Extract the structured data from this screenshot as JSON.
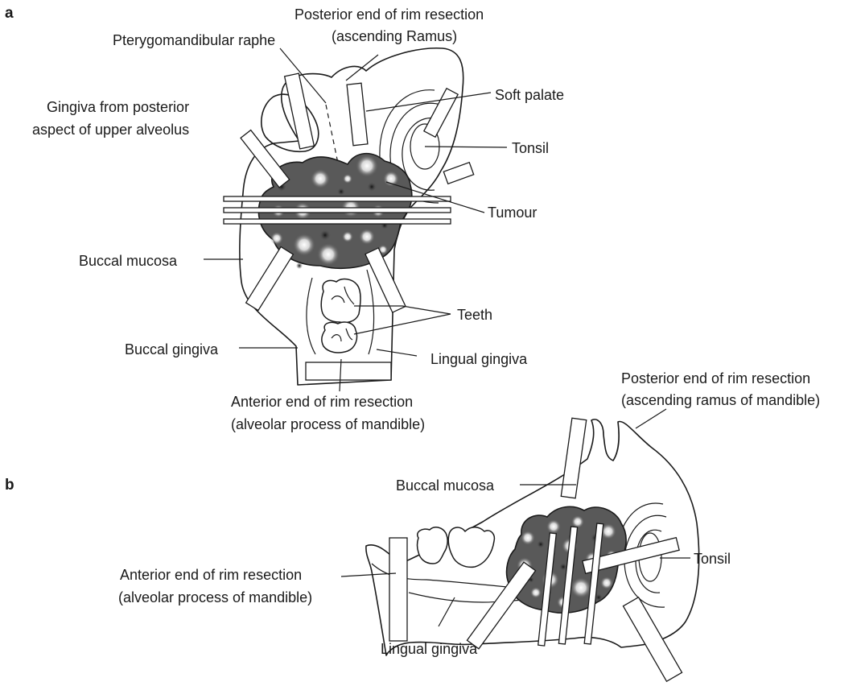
{
  "figure": {
    "panel_a": {
      "letter": "a",
      "labels": {
        "posterior_end_line1": "Posterior end of rim resection",
        "posterior_end_line2": "(ascending Ramus)",
        "pterygomandibular_raphe": "Pterygomandibular raphe",
        "gingiva_line1": "Gingiva from posterior",
        "gingiva_line2": "aspect of upper alveolus",
        "soft_palate": "Soft palate",
        "tonsil": "Tonsil",
        "tumour": "Tumour",
        "buccal_mucosa": "Buccal mucosa",
        "teeth": "Teeth",
        "buccal_gingiva": "Buccal gingiva",
        "lingual_gingiva": "Lingual gingiva",
        "anterior_end_line1": "Anterior end of rim resection",
        "anterior_end_line2": "(alveolar process of mandible)"
      }
    },
    "panel_b": {
      "letter": "b",
      "labels": {
        "posterior_end_line1": "Posterior end of rim resection",
        "posterior_end_line2": "(ascending ramus of mandible)",
        "buccal_mucosa": "Buccal mucosa",
        "tonsil": "Tonsil",
        "anterior_end_line1": "Anterior end of rim resection",
        "anterior_end_line2": "(alveolar process of mandible)",
        "lingual_gingiva": "Lingual gingiva"
      }
    },
    "colors": {
      "outline": "#1a1a1a",
      "tumour_fill": "#595959",
      "tumour_highlight": "#ffffff",
      "tumour_spot": "#1e1e1e"
    }
  }
}
